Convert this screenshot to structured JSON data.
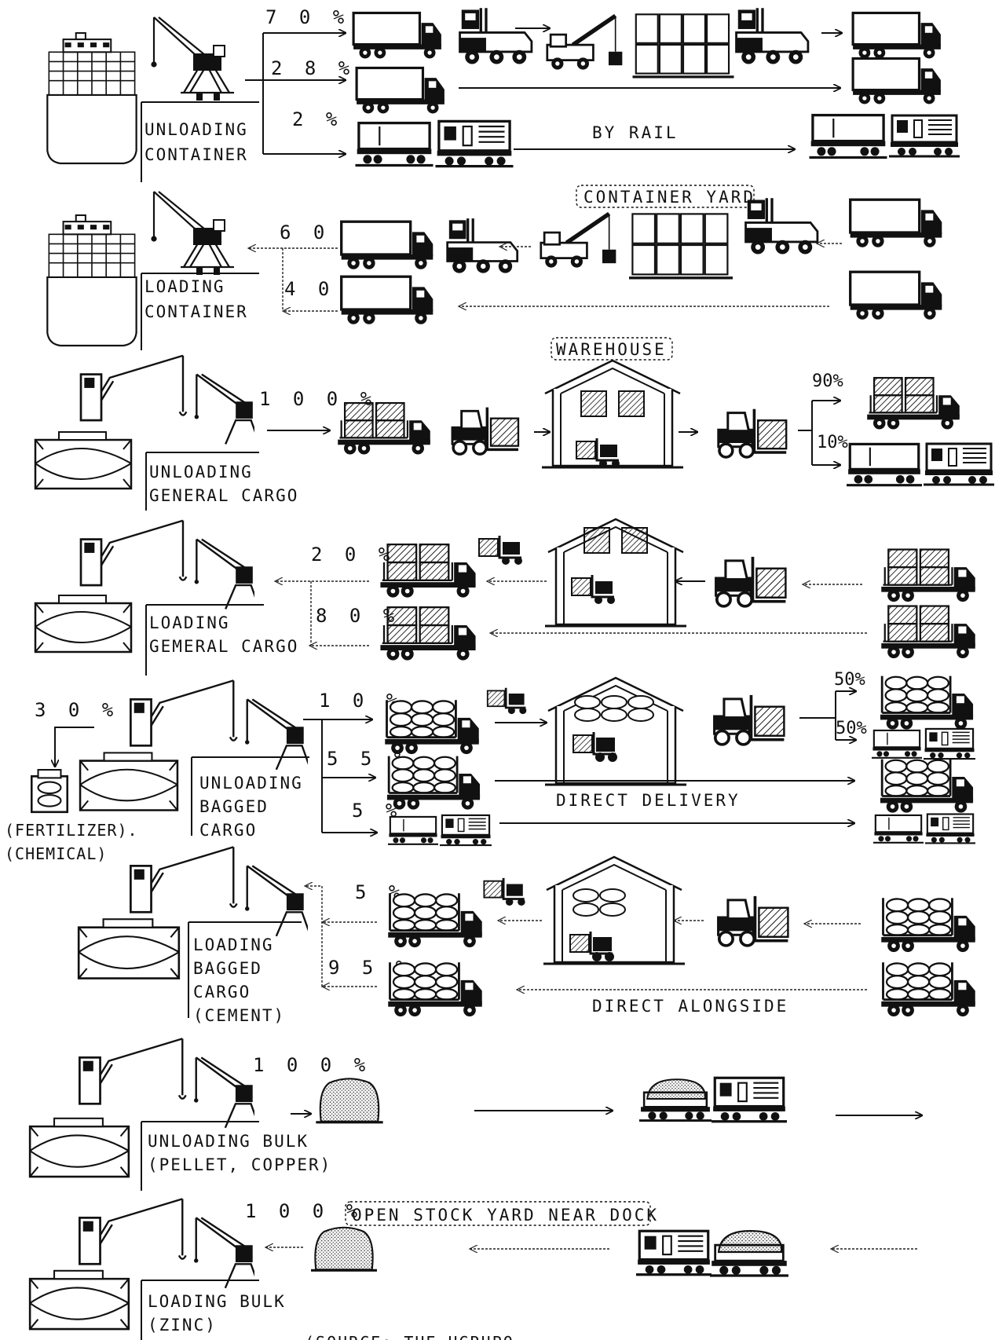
{
  "process_labels": {
    "unloading_container": [
      "UNLOADING",
      "CONTAINER"
    ],
    "loading_container": [
      "LOADING",
      "CONTAINER"
    ],
    "unloading_general": [
      "UNLOADING",
      "GENERAL CARGO"
    ],
    "loading_general": [
      "LOADING",
      "GEMERAL CARGO"
    ],
    "unloading_bagged": [
      "UNLOADING",
      "BAGGED",
      "CARGO"
    ],
    "loading_bagged": [
      "LOADING",
      "BAGGED",
      "CARGO",
      "(CEMENT)"
    ],
    "unloading_bulk": [
      "UNLOADING BULK",
      "(PELLET, COPPER)"
    ],
    "loading_bulk": [
      "LOADING BULK",
      "(ZINC)"
    ]
  },
  "side_labels": {
    "fertilizer_pct": "3 0 %",
    "fertilizer": "(FERTILIZER).",
    "chemical": "(CHEMICAL)"
  },
  "percentages": {
    "uc_70": "7 0 %",
    "uc_28": "2 8 %",
    "uc_2": "2 %",
    "lc_60": "6 0 %",
    "lc_40": "4 0 %",
    "ug_100": "1 0 0 %",
    "ug_90": "90%",
    "ug_10": "10%",
    "lg_20": "2 0 %",
    "lg_80": "8 0 %",
    "ub_10": "1 0 %",
    "ub_55": "5 5 %",
    "ub_5": "5 %",
    "ub_50a": "50%",
    "ub_50b": "50%",
    "lb_5": "5 %",
    "lb_95": "9 5 %",
    "ubk_100": "1 0 0 %",
    "lbk_100": "1 0 0 %"
  },
  "route_labels": {
    "by_rail": "BY RAIL",
    "container_yard": "CONTAINER YARD",
    "warehouse": "WAREHOUSE",
    "direct_delivery": "DIRECT DELIVERY",
    "direct_alongside": "DIRECT ALONGSIDE",
    "open_stock_yard": "OPEN STOCK YARD NEAR DOCK"
  },
  "footer": {
    "source": "(SOURCE: THE  UGRUPO  ..."
  },
  "icons": [
    "container-ship-icon",
    "portal-crane-icon",
    "container-truck-icon",
    "straddle-carrier-icon",
    "reach-stacker-icon",
    "container-stack-icon",
    "rail-wagon-icon",
    "locomotive-icon",
    "general-cargo-ship-icon",
    "cargo-truck-icon",
    "forklift-icon",
    "warehouse-icon",
    "bag-truck-icon",
    "bulk-pile-icon",
    "bulk-rail-car-icon",
    "sack-icon"
  ]
}
